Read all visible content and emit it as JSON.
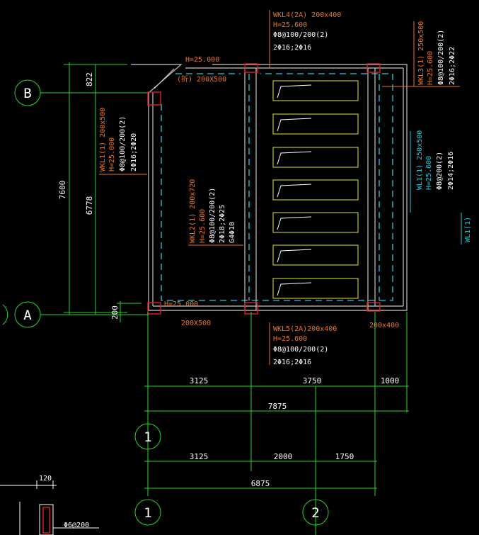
{
  "axes": {
    "b": "B",
    "a": "A",
    "one_top": "1",
    "one_bottom": "1",
    "two": "2"
  },
  "dims": {
    "total_height": "7600",
    "inner_height": "6778",
    "top_offset": "822",
    "bottom_offset": "200",
    "top_row": [
      "3125",
      "3750",
      "1000"
    ],
    "top_total": "7875",
    "bottom_row": [
      "3125",
      "2000",
      "1750"
    ],
    "bottom_total": "6875",
    "detail_width": "120"
  },
  "labels": {
    "h_top": "H=25.000",
    "h_bottom": "H=25.000",
    "beam_diag": "(折) 200X500",
    "col_left_bottom": "200X500",
    "col_right_bottom": "200x400",
    "stirrup_detail": "Φ6@200",
    "wl1_far": "WL1(1)"
  },
  "wkl4": [
    "WKL4(2A) 200x400",
    "H=25.600",
    "Φ8@100/200(2)",
    "2Φ16;2Φ16"
  ],
  "wkl5": [
    "WKL5(2A)200x400",
    "H=25.600",
    "Φ8@100/200(2)",
    "2Φ16;2Φ16"
  ],
  "wkl1": [
    "WKL1(1) 200x500",
    "H=25.000",
    "Φ8@100/200(2)",
    "2Φ16;2Φ20"
  ],
  "wkl2": [
    "WKL2(1) 200x720",
    "H=25.600",
    "Φ8@100/200(2)",
    "2Φ18;2Φ25",
    "G4Φ10"
  ],
  "wkl3": [
    "WKL3(1) 250x500",
    "H=25.600",
    "Φ8@100/200(2)",
    "2Φ16;2Φ22"
  ],
  "wl1": [
    "WL1(1) 250x500",
    "H=25.600",
    "Φ8@200(2)",
    "2Φ14;2Φ16"
  ],
  "colors": {
    "green": "#2ad52a",
    "orange": "#e8762a",
    "cyan": "#27c9dd",
    "yellow": "#e6e62a",
    "red": "#e02020"
  }
}
